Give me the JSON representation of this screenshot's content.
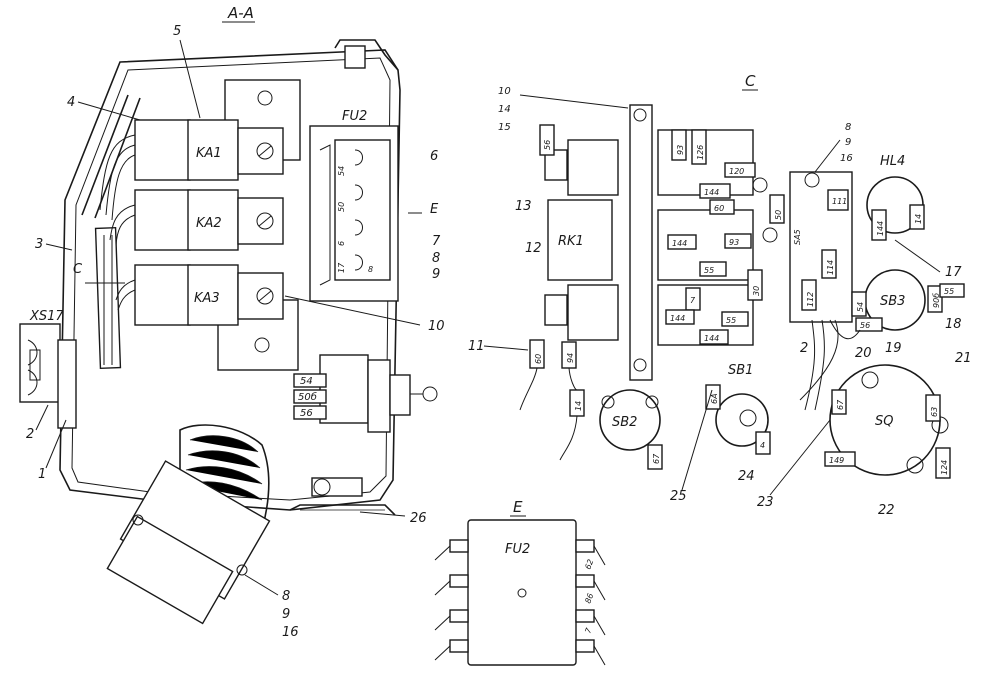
{
  "views": {
    "section_aa": "A-A",
    "view_c": "C",
    "view_e": "E"
  },
  "components": {
    "ka1": "KA1",
    "ka2": "KA2",
    "ka3": "KA3",
    "fu2": "FU2",
    "fu2_e": "FU2",
    "xs17": "XS17",
    "rk1": "RK1",
    "hl4": "HL4",
    "sb1": "SB1",
    "sb2": "SB2",
    "sb3": "SB3",
    "sa5": "SA5",
    "sq": "SQ"
  },
  "callouts": {
    "n1": "1",
    "n2": "2",
    "n3": "3",
    "n4": "4",
    "n5": "5",
    "n6": "6",
    "n7": "7",
    "n8": "8",
    "n9": "9",
    "n10": "10",
    "e_marker": "E",
    "c_marker": "C",
    "n8b": "8",
    "n9b": "9",
    "n16b": "16",
    "c10": "10",
    "c14": "14",
    "c15": "15",
    "c13": "13",
    "c12": "12",
    "c11": "11",
    "c8": "8",
    "c9": "9",
    "c16": "16",
    "c17": "17",
    "c18": "18",
    "c19": "19",
    "c20": "20",
    "c2": "2",
    "c21": "21",
    "c22": "22",
    "c23": "23",
    "c24": "24",
    "c25": "25",
    "c26": "26"
  },
  "wire_tags": {
    "w54": "54",
    "w50b": "50б",
    "w56": "56",
    "fu_54": "54",
    "fu_50": "50",
    "fu_6": "6",
    "fu_17": "17",
    "fu_8": "8",
    "c56": "56",
    "c93": "93",
    "c126": "126",
    "c120": "120",
    "c144a": "144",
    "c60": "60",
    "c50": "50",
    "c144b": "144",
    "c93b": "93",
    "c55a": "55",
    "c7": "7",
    "c144c": "144",
    "c55b": "55",
    "c144d": "144",
    "c30": "30",
    "c60b": "60",
    "c94": "94",
    "c14": "14",
    "c67": "67",
    "c4": "4",
    "c6a": "6А",
    "c111": "111",
    "c112": "112",
    "c114": "114",
    "c144e": "144",
    "c14b": "14",
    "c55c": "55",
    "c56b": "56",
    "c54": "54",
    "c90b": "90б",
    "c63": "63",
    "c67b": "67",
    "c149": "149",
    "c124": "124",
    "e_62": "62",
    "e_86": "86",
    "e_7": "7"
  }
}
